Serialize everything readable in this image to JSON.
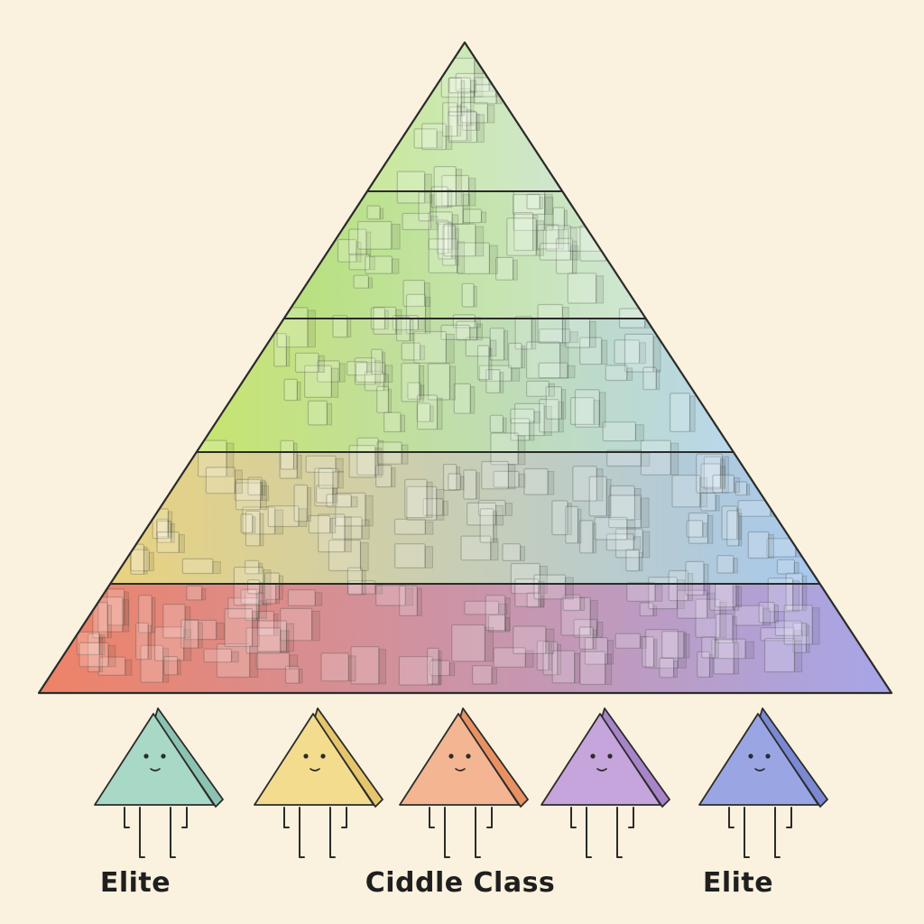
{
  "labels": [
    "Elite",
    "Ciddle Class",
    "Elite"
  ],
  "colors": {
    "background": "#faf2de",
    "outline": "#2b2b2b",
    "tier1_top": "#cfe8a0",
    "green": "#b8e07a",
    "yellow_green": "#c9dc78",
    "red": "#ef8a70",
    "blue": "#b7cfe6",
    "violet": "#aaa6e0"
  },
  "pyramid": {
    "tiers": [
      {
        "left_color": "#c9e99a",
        "right_color": "#cfe6cf"
      },
      {
        "left_color": "#b7e07a",
        "right_color": "#cfe6d6"
      },
      {
        "left_color": "#c6e46e",
        "right_color": "#b9d7ea"
      },
      {
        "left_color": "#e8d27e",
        "right_color": "#a6c9ee"
      },
      {
        "left_color": "#ef8266",
        "right_color": "#a7a6e8"
      }
    ]
  },
  "characters": [
    {
      "name": "teal",
      "front": "#a8d8c6",
      "side": "#8cc3b0"
    },
    {
      "name": "yellow",
      "front": "#f3dc8e",
      "side": "#e5c66c"
    },
    {
      "name": "peach",
      "front": "#f4b592",
      "side": "#e89163"
    },
    {
      "name": "purple",
      "front": "#c6a4dc",
      "side": "#a785c8"
    },
    {
      "name": "blue",
      "front": "#9aa6e4",
      "side": "#7b88d2"
    }
  ]
}
